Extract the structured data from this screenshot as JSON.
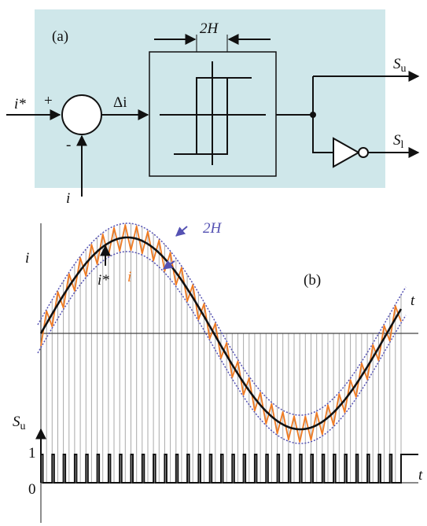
{
  "panel_a": {
    "label": "(a)",
    "input_ref": "i*",
    "plus_sign": "+",
    "minus_sign": "-",
    "error_label": "Δi",
    "feedback_label": "i",
    "hysteresis_width": "2H",
    "output_upper": "S",
    "output_upper_sub": "u",
    "output_lower": "S",
    "output_lower_sub": "l",
    "background_color": "#cfe7ea"
  },
  "panel_b": {
    "label": "(b)",
    "current_axis": "i",
    "time_axis_top": "t",
    "time_axis_bottom": "t",
    "ref_label": "i*",
    "actual_label": "i",
    "band_label": "2H",
    "switch_axis": "S",
    "switch_axis_sub": "u",
    "level_one": "1",
    "level_zero": "0",
    "colors": {
      "reference": "#111111",
      "actual": "#ef7a22",
      "band": "#5552b3",
      "switching": "#111111"
    }
  }
}
